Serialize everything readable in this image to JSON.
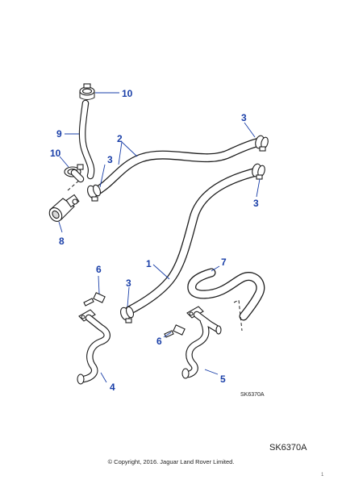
{
  "callouts": [
    {
      "id": "c1",
      "label": "1"
    },
    {
      "id": "c2",
      "label": "2"
    },
    {
      "id": "c3a",
      "label": "3"
    },
    {
      "id": "c3b",
      "label": "3"
    },
    {
      "id": "c3c",
      "label": "3"
    },
    {
      "id": "c3d",
      "label": "3"
    },
    {
      "id": "c4",
      "label": "4"
    },
    {
      "id": "c5",
      "label": "5"
    },
    {
      "id": "c6a",
      "label": "6"
    },
    {
      "id": "c6b",
      "label": "6"
    },
    {
      "id": "c7",
      "label": "7"
    },
    {
      "id": "c8",
      "label": "8"
    },
    {
      "id": "c9",
      "label": "9"
    },
    {
      "id": "c10a",
      "label": "10"
    },
    {
      "id": "c10b",
      "label": "10"
    }
  ],
  "diagram_ref_small": "SK6370A",
  "diagram_ref": "SK6370A",
  "copyright": "© Copyright, 2016. Jaguar Land Rover Limited.",
  "page_marker": "1"
}
